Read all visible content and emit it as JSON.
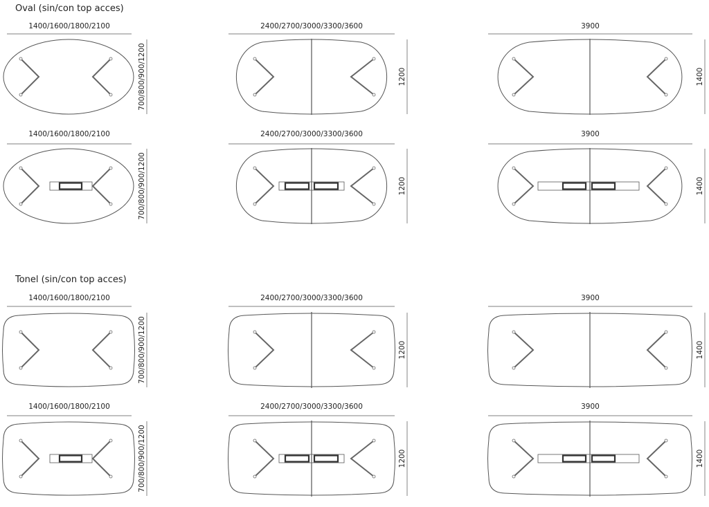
{
  "sections": [
    {
      "title": "Oval (sin/con top acces)",
      "shape": "oval",
      "rows": [
        {
          "top_access": false,
          "columns": [
            {
              "width_label": "1400/1600/1800/2100",
              "depth_label": "700/800/900/1200"
            },
            {
              "width_label": "2400/2700/3000/3300/3600",
              "depth_label": "1200"
            },
            {
              "width_label": "3900",
              "depth_label": "1400"
            }
          ]
        },
        {
          "top_access": true,
          "columns": [
            {
              "width_label": "1400/1600/1800/2100",
              "depth_label": "700/800/900/1200"
            },
            {
              "width_label": "2400/2700/3000/3300/3600",
              "depth_label": "1200"
            },
            {
              "width_label": "3900",
              "depth_label": "1400"
            }
          ]
        }
      ]
    },
    {
      "title": "Tonel (sin/con top acces)",
      "shape": "tonel",
      "rows": [
        {
          "top_access": false,
          "columns": [
            {
              "width_label": "1400/1600/1800/2100",
              "depth_label": "700/800/900/1200"
            },
            {
              "width_label": "2400/2700/3000/3300/3600",
              "depth_label": "1200"
            },
            {
              "width_label": "3900",
              "depth_label": "1400"
            }
          ]
        },
        {
          "top_access": true,
          "columns": [
            {
              "width_label": "1400/1600/1800/2100",
              "depth_label": "700/800/900/1200"
            },
            {
              "width_label": "2400/2700/3000/3300/3600",
              "depth_label": "1200"
            },
            {
              "width_label": "3900",
              "depth_label": "1400"
            }
          ]
        }
      ]
    }
  ],
  "colors": {
    "line": "#555555",
    "dim_line": "#999999",
    "leg": "#666666",
    "access": "#333333"
  }
}
